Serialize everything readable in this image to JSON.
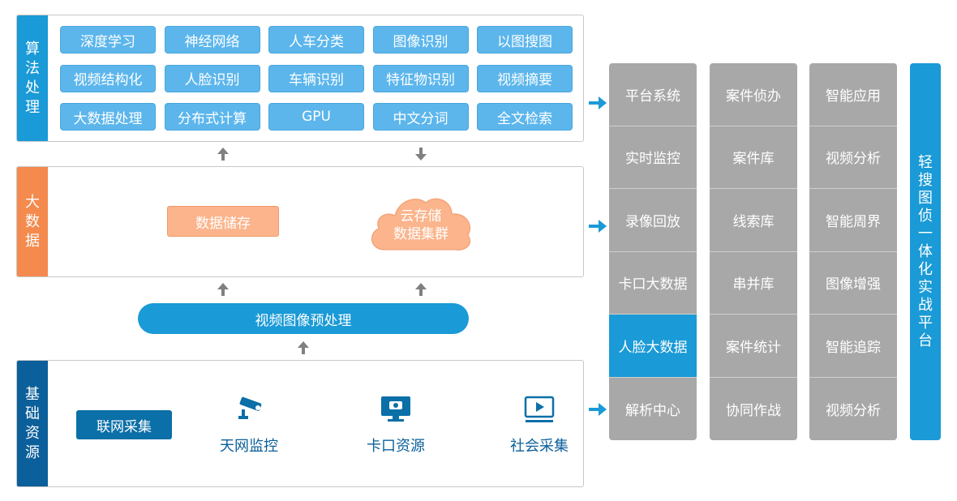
{
  "algorithm": {
    "label_chars": [
      "算",
      "法",
      "处",
      "理"
    ],
    "color": "#1a9ad6",
    "items": [
      "深度学习",
      "神经网络",
      "人车分类",
      "图像识别",
      "以图搜图",
      "视频结构化",
      "人脸识别",
      "车辆识别",
      "特征物识别",
      "视频摘要",
      "大数据处理",
      "分布式计算",
      "GPU",
      "中文分词",
      "全文检索"
    ]
  },
  "bigdata": {
    "label_chars": [
      "大",
      "数",
      "据"
    ],
    "color": "#f48a4e",
    "storage_label": "数据储存",
    "cloud_line1": "云存储",
    "cloud_line2": "数据集群"
  },
  "preprocess": {
    "label": "视频图像预处理"
  },
  "base": {
    "label_chars": [
      "基",
      "础",
      "资",
      "源"
    ],
    "color": "#0b5f9a",
    "collect_button": "联网采集",
    "sources": [
      {
        "label": "天网监控",
        "icon": "cctv-camera-icon"
      },
      {
        "label": "卡口资源",
        "icon": "monitor-camera-icon"
      },
      {
        "label": "社会采集",
        "icon": "video-play-icon"
      }
    ]
  },
  "columns": [
    {
      "items": [
        "平台系统",
        "实时监控",
        "录像回放",
        "卡口大数据",
        "人脸大数据",
        "解析中心"
      ],
      "active_index": 4
    },
    {
      "items": [
        "案件侦办",
        "案件库",
        "线索库",
        "串并库",
        "案件统计",
        "协同作战"
      ]
    },
    {
      "items": [
        "智能应用",
        "视频分析",
        "智能周界",
        "图像增强",
        "智能追踪",
        "视频分析"
      ]
    }
  ],
  "platform_title_chars": [
    "轻",
    "搜",
    "图",
    "侦",
    "一",
    "体",
    "化",
    "实",
    "战",
    "平",
    "台"
  ],
  "accent_color": "#1a9ad6"
}
